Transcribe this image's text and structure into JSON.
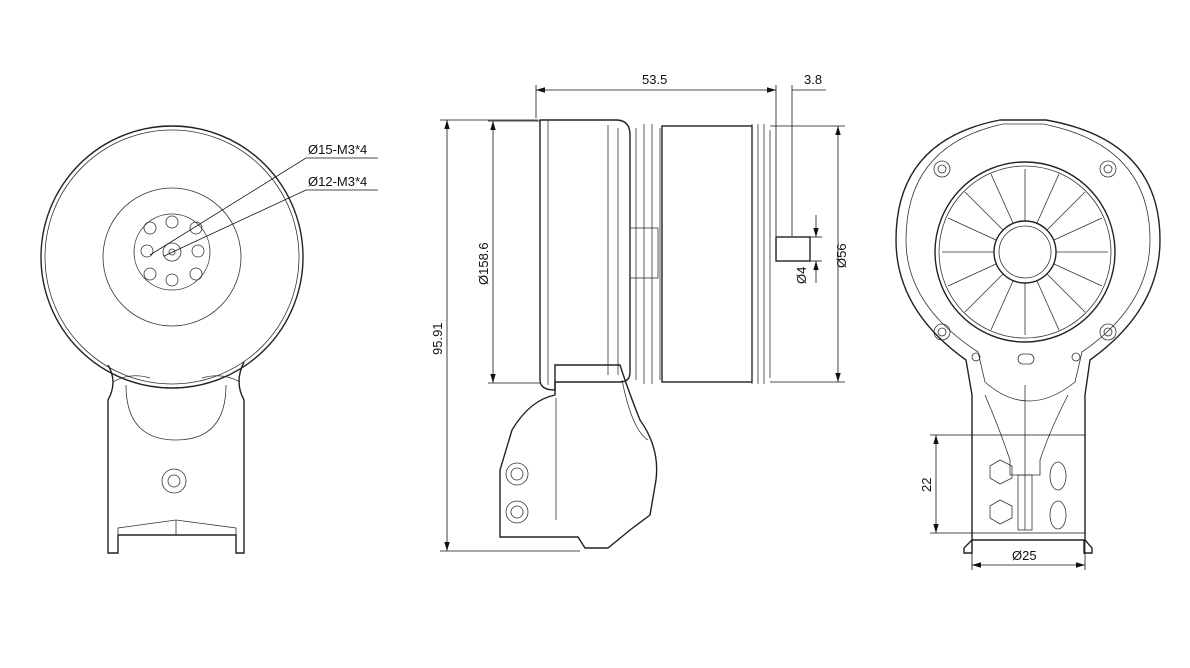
{
  "dimensions": {
    "front_callout_outer": "Ø15-M3*4",
    "front_callout_inner": "Ø12-M3*4",
    "side_length": "53.5",
    "shaft_length": "3.8",
    "body_diameter": "Ø158.6",
    "stator_diameter": "Ø56",
    "shaft_diameter": "Ø4",
    "overall_height": "95.91",
    "mount_height": "22",
    "mount_diameter": "Ø25"
  },
  "colors": {
    "line": "#222222",
    "background": "#ffffff"
  }
}
